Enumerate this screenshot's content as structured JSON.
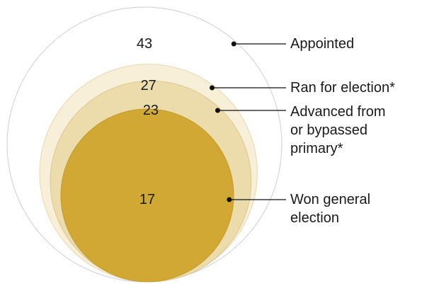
{
  "chart_data": {
    "type": "nested-circles",
    "unit": "",
    "series": [
      {
        "value": 43,
        "label": [
          "Appointed"
        ],
        "color": "#ffffff",
        "stroke": "#cfcfcf"
      },
      {
        "value": 27,
        "label": [
          "Ran for election*"
        ],
        "color": "#f7efd8",
        "stroke": "#e6d9b0"
      },
      {
        "value": 23,
        "label": [
          "Advanced from",
          "or bypassed",
          "primary*"
        ],
        "color": "#ecdcac",
        "stroke": "#dcc890"
      },
      {
        "value": 17,
        "label": [
          "Won general",
          "election"
        ],
        "color": "#d2a834",
        "stroke": "#c39a28"
      }
    ]
  }
}
